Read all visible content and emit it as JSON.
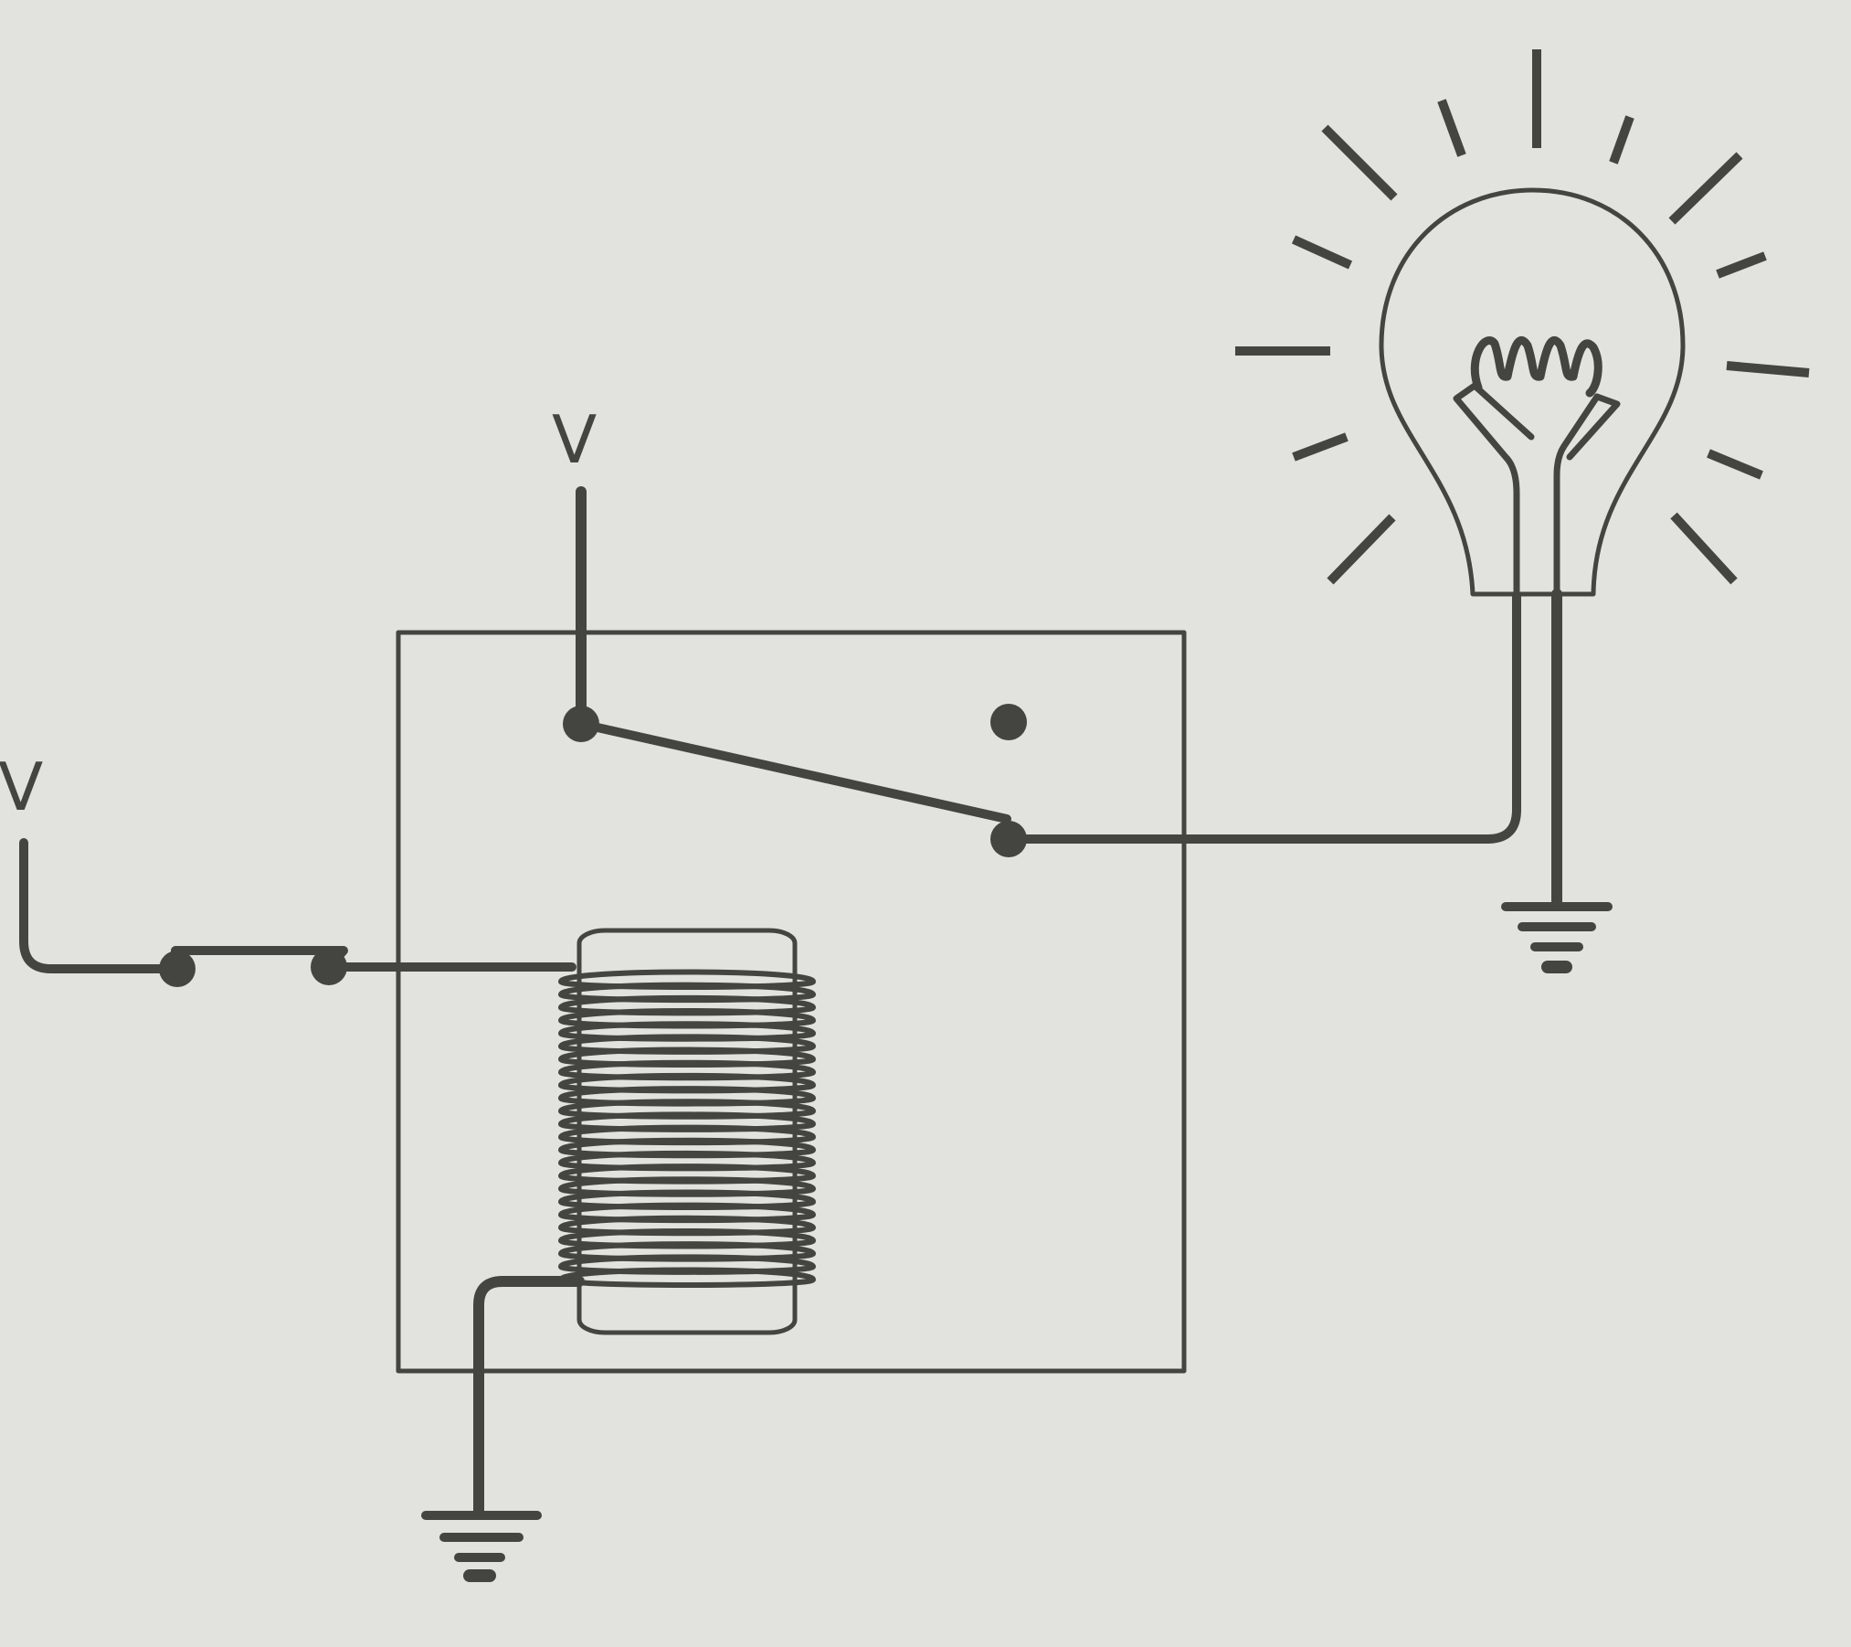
{
  "diagram": {
    "kind": "relay circuit",
    "colors": {
      "background": "#e2e3df",
      "ink": "#444541"
    },
    "labels": {
      "switch_supply": "V",
      "input_supply": "V"
    },
    "components": [
      {
        "name": "input-supply",
        "type": "voltage-source"
      },
      {
        "name": "input-switch",
        "type": "switch",
        "state": "closed"
      },
      {
        "name": "relay-housing",
        "type": "enclosure"
      },
      {
        "name": "relay-coil",
        "type": "solenoid"
      },
      {
        "name": "armature",
        "type": "switch-lever"
      },
      {
        "name": "relay-nc-contact",
        "type": "contact",
        "connected": false
      },
      {
        "name": "relay-no-contact",
        "type": "contact",
        "connected": true
      },
      {
        "name": "switch-supply",
        "type": "voltage-source"
      },
      {
        "name": "lamp",
        "type": "light-bulb",
        "state": "on"
      },
      {
        "name": "coil-ground",
        "type": "ground"
      },
      {
        "name": "lamp-ground",
        "type": "ground"
      }
    ]
  }
}
